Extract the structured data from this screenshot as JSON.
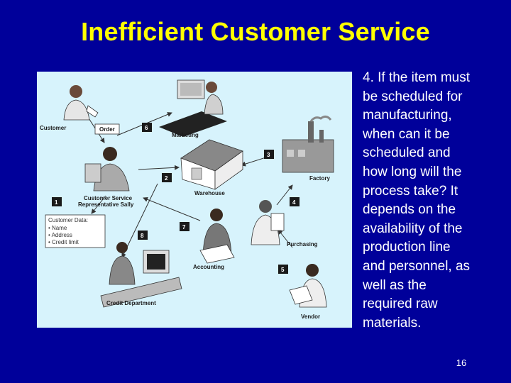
{
  "slide": {
    "title": "Inefficient Customer Service",
    "body_lines": [
      "4.  If the item must",
      "be scheduled for",
      "manufacturing,",
      "when can it be",
      "scheduled and",
      "how long will the",
      "process take?  It",
      "depends on the",
      "availability of the",
      "production line",
      "and personnel, as",
      "well as the",
      "required raw",
      "materials."
    ],
    "page_number": "16"
  },
  "diagram": {
    "labels": {
      "customer": "Customer",
      "order": "Order",
      "marketing": "Marketing",
      "warehouse": "Warehouse",
      "factory": "Factory",
      "csr_line1": "Customer Service",
      "csr_line2": "Representative Sally",
      "purchasing": "Purchasing",
      "accounting": "Accounting",
      "credit_department": "Credit Department",
      "vendor": "Vendor"
    },
    "customer_data": {
      "heading": "Customer Data:",
      "items": [
        "• Name",
        "• Address",
        "• Credit limit"
      ]
    },
    "steps": [
      "1",
      "2",
      "3",
      "4",
      "5",
      "6",
      "7",
      "8"
    ],
    "colors": {
      "background": "#00009a",
      "title": "#ffff00",
      "panel": "#d7f3fc",
      "badge": "#1a1a1a"
    }
  }
}
